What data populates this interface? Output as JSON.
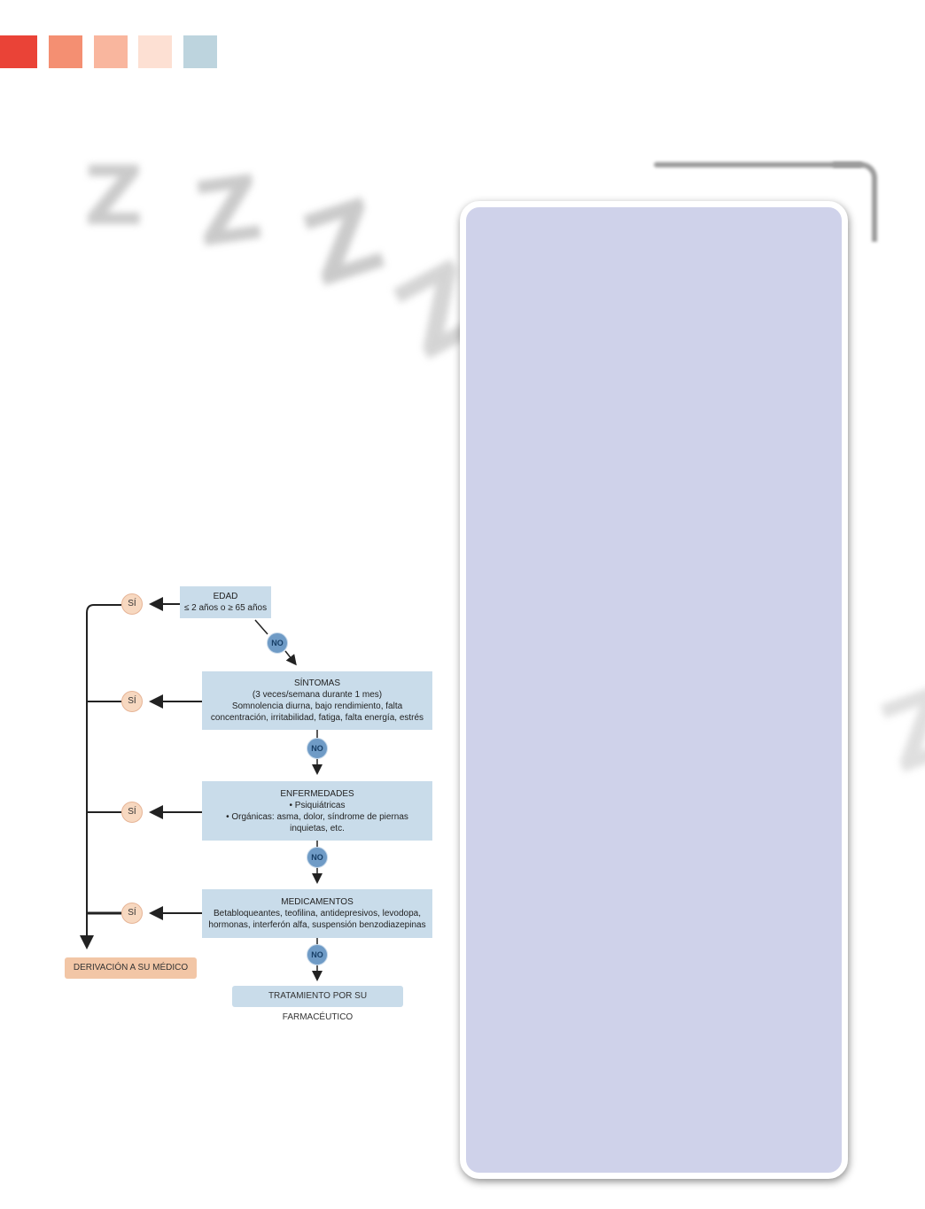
{
  "header": {
    "swatches": [
      "#ea4337",
      "#f48f72",
      "#f9b69e",
      "#fde0d3",
      "#bdd4de"
    ]
  },
  "decoration": {
    "letters": [
      "Z",
      "Z",
      "Z",
      "Z",
      "Z"
    ]
  },
  "panel": {
    "background": "#cfd2ea"
  },
  "flowchart": {
    "edad": {
      "title": "EDAD",
      "lines": [
        "≤ 2 años o ≥ 65 años"
      ]
    },
    "sintomas": {
      "title": "SÍNTOMAS",
      "lines": [
        "(3 veces/semana durante 1 mes)",
        "Somnolencia diurna, bajo rendimiento, falta",
        "concentración, irritabilidad, fatiga, falta energía, estrés"
      ]
    },
    "enfermedades": {
      "title": "ENFERMEDADES",
      "lines": [
        "• Psiquiátricas",
        "• Orgánicas: asma, dolor, síndrome de piernas",
        "inquietas, etc."
      ]
    },
    "medicamentos": {
      "title": "MEDICAMENTOS",
      "lines": [
        "Betabloqueantes, teofilina, antidepresivos, levodopa,",
        "hormonas, interferón alfa, suspensión benzodiazepinas"
      ]
    },
    "yes_label": "SÍ",
    "no_label": "NO",
    "derivacion": "DERIVACIÓN A SU MÉDICO",
    "tratamiento": "TRATAMIENTO POR SU FARMACÉUTICO"
  }
}
